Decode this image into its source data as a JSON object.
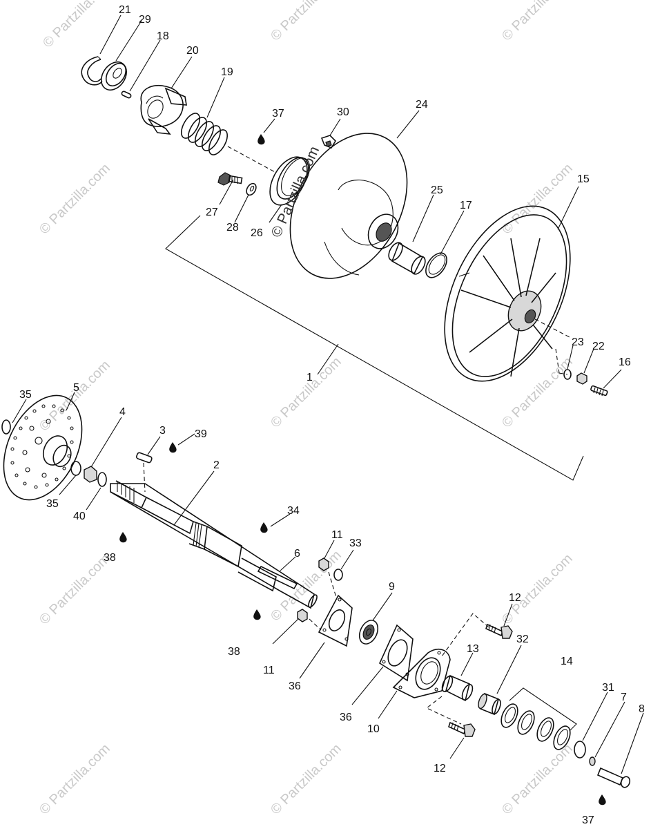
{
  "watermark": {
    "text": "© Partzilla.com",
    "center_text": "© Partzilla.com"
  },
  "callouts": [
    {
      "id": "lbl-21",
      "text": "21"
    },
    {
      "id": "lbl-29",
      "text": "29"
    },
    {
      "id": "lbl-18",
      "text": "18"
    },
    {
      "id": "lbl-20",
      "text": "20"
    },
    {
      "id": "lbl-19",
      "text": "19"
    },
    {
      "id": "lbl-37a",
      "text": "37"
    },
    {
      "id": "lbl-30",
      "text": "30"
    },
    {
      "id": "lbl-24",
      "text": "24"
    },
    {
      "id": "lbl-27",
      "text": "27"
    },
    {
      "id": "lbl-28",
      "text": "28"
    },
    {
      "id": "lbl-26",
      "text": "26"
    },
    {
      "id": "lbl-25",
      "text": "25"
    },
    {
      "id": "lbl-17",
      "text": "17"
    },
    {
      "id": "lbl-15",
      "text": "15"
    },
    {
      "id": "lbl-23",
      "text": "23"
    },
    {
      "id": "lbl-22",
      "text": "22"
    },
    {
      "id": "lbl-16",
      "text": "16"
    },
    {
      "id": "lbl-1",
      "text": "1"
    },
    {
      "id": "lbl-35a",
      "text": "35"
    },
    {
      "id": "lbl-5",
      "text": "5"
    },
    {
      "id": "lbl-4",
      "text": "4"
    },
    {
      "id": "lbl-3",
      "text": "3"
    },
    {
      "id": "lbl-39",
      "text": "39"
    },
    {
      "id": "lbl-2",
      "text": "2"
    },
    {
      "id": "lbl-35b",
      "text": "35"
    },
    {
      "id": "lbl-40",
      "text": "40"
    },
    {
      "id": "lbl-38a",
      "text": "38"
    },
    {
      "id": "lbl-34",
      "text": "34"
    },
    {
      "id": "lbl-11a",
      "text": "11"
    },
    {
      "id": "lbl-33",
      "text": "33"
    },
    {
      "id": "lbl-6",
      "text": "6"
    },
    {
      "id": "lbl-9",
      "text": "9"
    },
    {
      "id": "lbl-12a",
      "text": "12"
    },
    {
      "id": "lbl-32",
      "text": "32"
    },
    {
      "id": "lbl-38b",
      "text": "38"
    },
    {
      "id": "lbl-11b",
      "text": "11"
    },
    {
      "id": "lbl-36a",
      "text": "36"
    },
    {
      "id": "lbl-13",
      "text": "13"
    },
    {
      "id": "lbl-14",
      "text": "14"
    },
    {
      "id": "lbl-36b",
      "text": "36"
    },
    {
      "id": "lbl-10",
      "text": "10"
    },
    {
      "id": "lbl-31",
      "text": "31"
    },
    {
      "id": "lbl-7",
      "text": "7"
    },
    {
      "id": "lbl-8",
      "text": "8"
    },
    {
      "id": "lbl-12b",
      "text": "12"
    },
    {
      "id": "lbl-37b",
      "text": "37"
    }
  ]
}
